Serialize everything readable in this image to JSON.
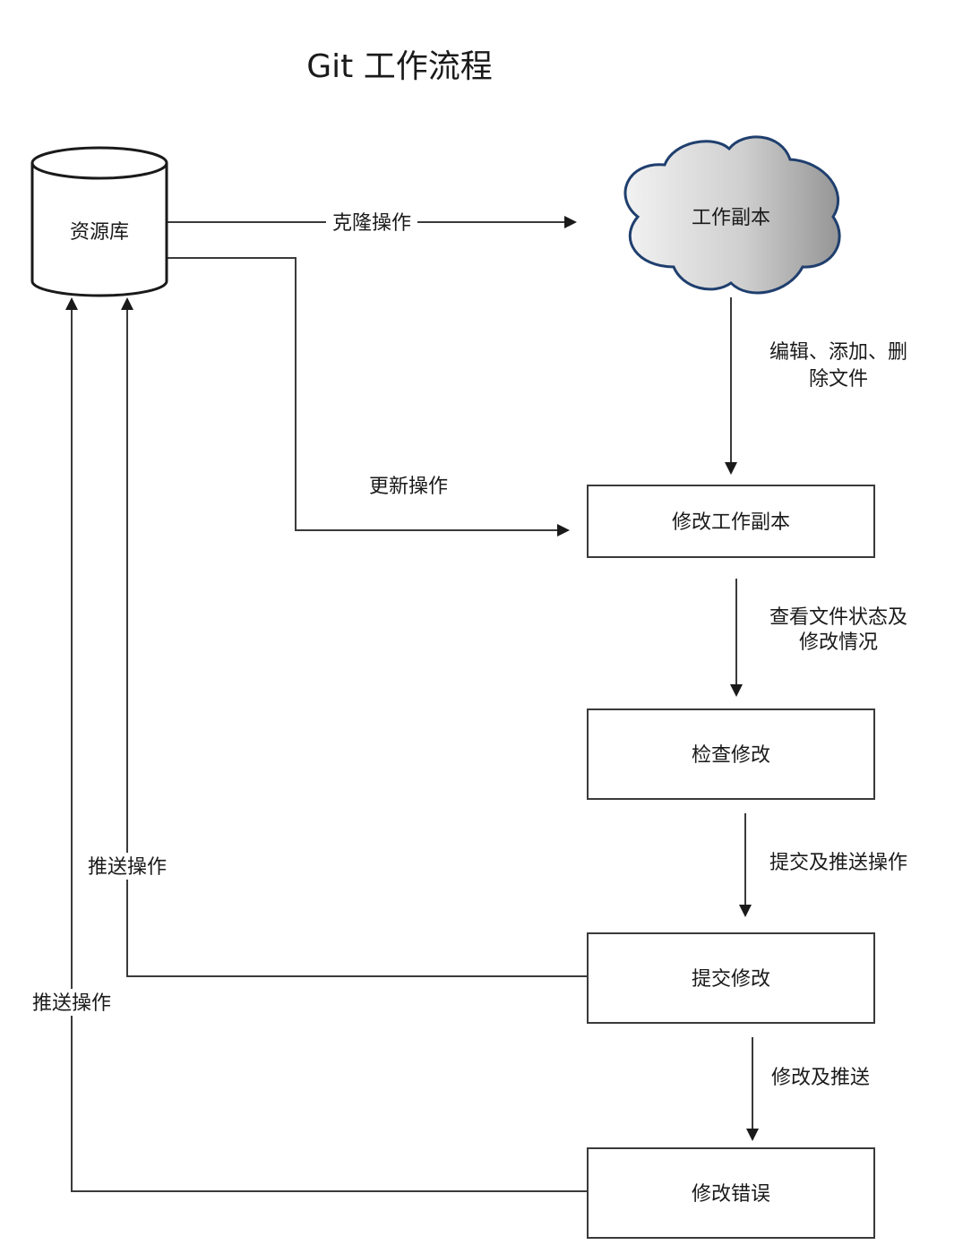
{
  "title": "Git 工作流程",
  "nodes": {
    "repository": "资源库",
    "working_copy": "工作副本",
    "modify_working_copy": "修改工作副本",
    "review_changes": "检查修改",
    "commit_changes": "提交修改",
    "fix_errors": "修改错误"
  },
  "edges": {
    "clone": "克隆操作",
    "update": "更新操作",
    "edit_line1": "编辑、添加、删",
    "edit_line2": "除文件",
    "status_line1": "查看文件状态及",
    "status_line2": "修改情况",
    "commit_push": "提交及推送操作",
    "fix_push": "修改及推送",
    "push_from_commit": "推送操作",
    "push_from_fix": "推送操作"
  },
  "colors": {
    "line": "#3a3a3a",
    "cloud_stroke": "#1f3f6e",
    "cloud_light": "#f4f4f4",
    "cloud_dark": "#9a9a9a"
  }
}
